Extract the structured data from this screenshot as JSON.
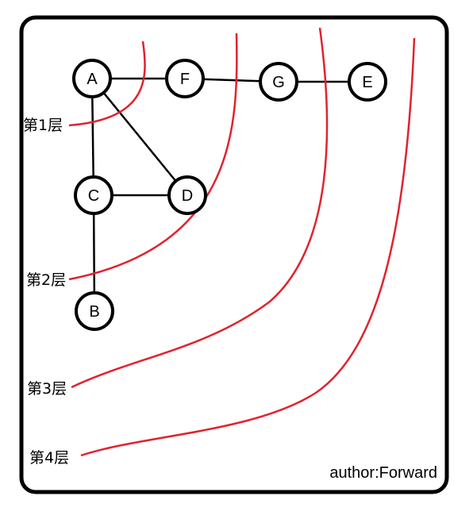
{
  "diagram": {
    "nodes": [
      {
        "id": "A",
        "label": "A"
      },
      {
        "id": "F",
        "label": "F"
      },
      {
        "id": "G",
        "label": "G"
      },
      {
        "id": "E",
        "label": "E"
      },
      {
        "id": "C",
        "label": "C"
      },
      {
        "id": "D",
        "label": "D"
      },
      {
        "id": "B",
        "label": "B"
      }
    ],
    "edges": [
      {
        "from": "A",
        "to": "F"
      },
      {
        "from": "F",
        "to": "G"
      },
      {
        "from": "G",
        "to": "E"
      },
      {
        "from": "A",
        "to": "C"
      },
      {
        "from": "A",
        "to": "D"
      },
      {
        "from": "C",
        "to": "D"
      },
      {
        "from": "C",
        "to": "B"
      }
    ],
    "layers": [
      {
        "label": "第1层"
      },
      {
        "label": "第2层"
      },
      {
        "label": "第3层"
      },
      {
        "label": "第4层"
      }
    ],
    "author": "author:Forward",
    "colors": {
      "layer_line": "#e0232e",
      "stroke": "#000000",
      "background": "#ffffff"
    }
  }
}
